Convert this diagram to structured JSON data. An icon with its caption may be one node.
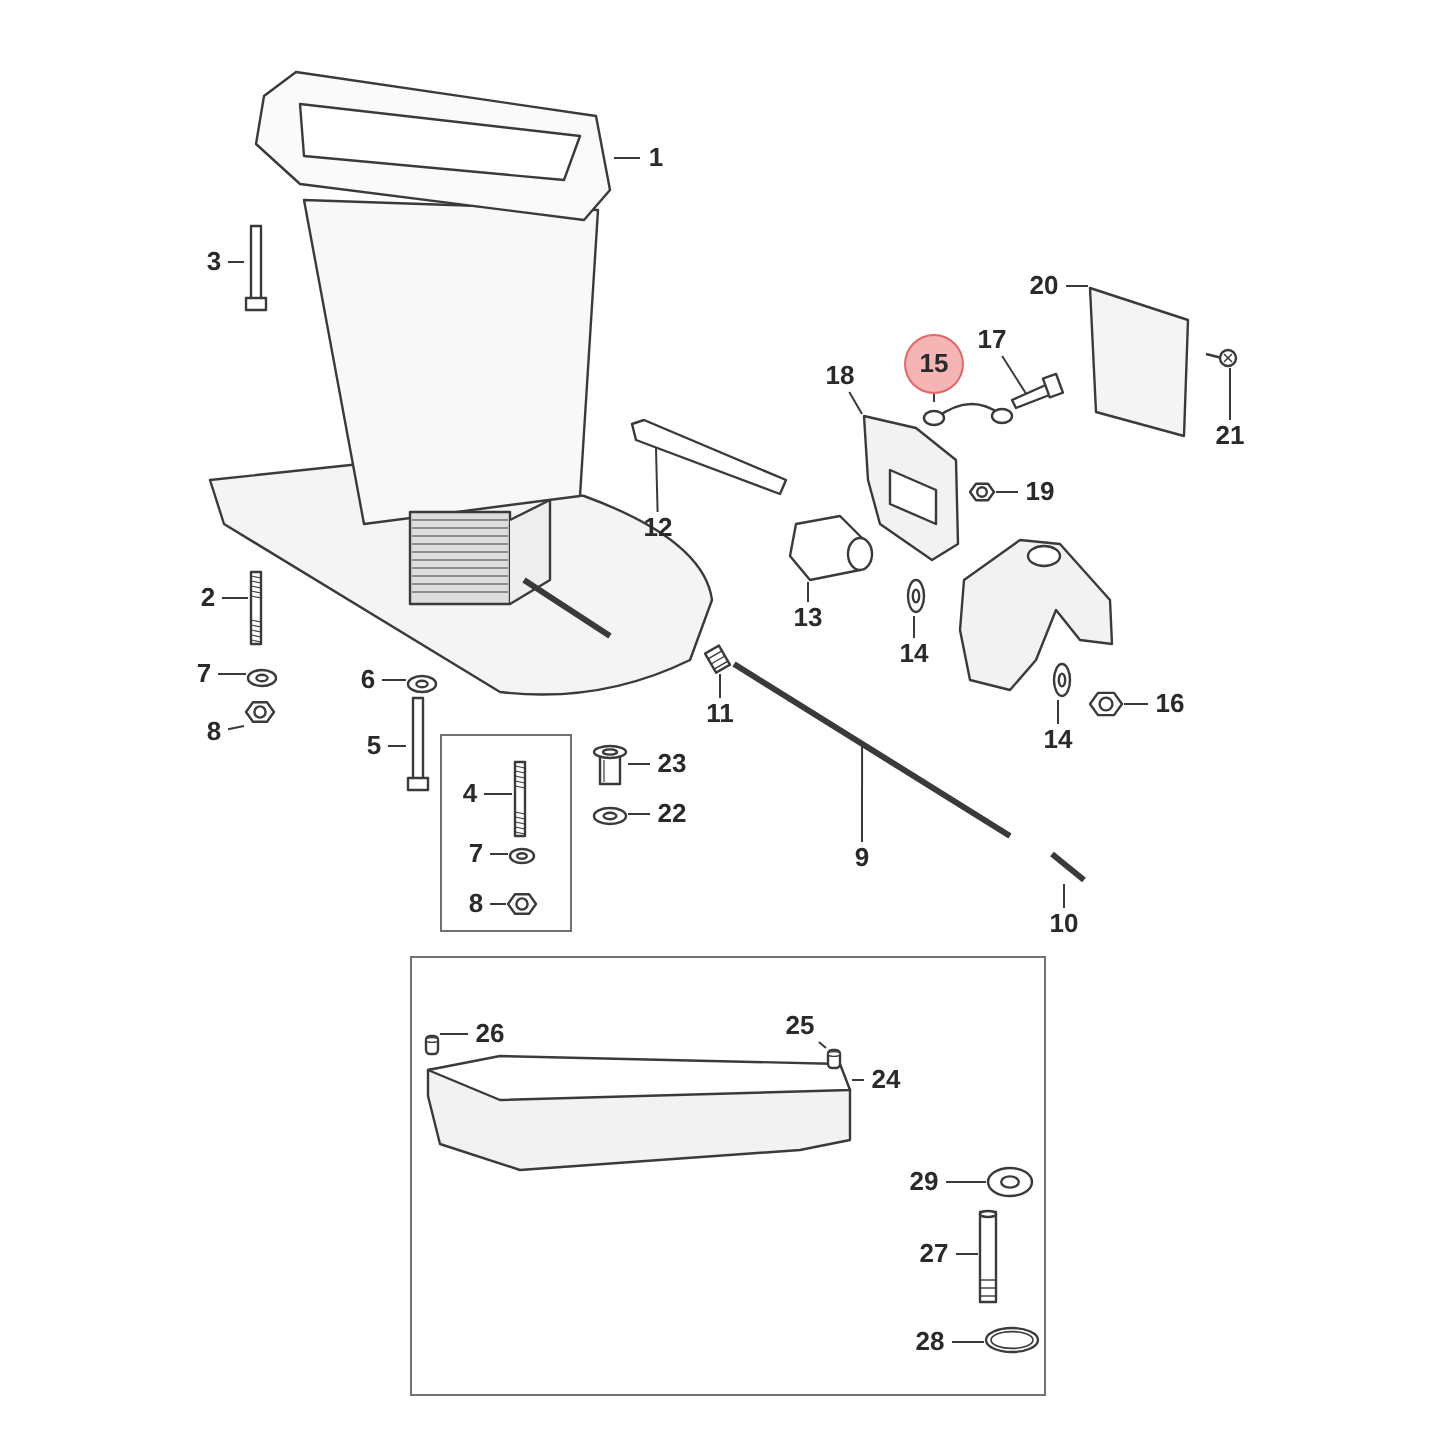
{
  "diagram": {
    "nodes": [
      {
        "text": [
          "1"
        ]
      },
      {
        "text": [
          "20"
        ]
      },
      {
        "text": [
          "3"
        ]
      },
      {
        "text": [
          "17"
        ]
      },
      {
        "text": [
          "15"
        ]
      },
      {
        "text": [
          "18"
        ]
      },
      {
        "text": [
          "21"
        ]
      },
      {
        "text": [
          "19"
        ]
      },
      {
        "text": [
          "12"
        ]
      },
      {
        "text": [
          "13"
        ]
      },
      {
        "text": [
          "2"
        ]
      },
      {
        "text": [
          "14"
        ]
      },
      {
        "text": [
          "7"
        ]
      },
      {
        "text": [
          "6"
        ]
      },
      {
        "text": [
          "11"
        ]
      },
      {
        "text": [
          "8"
        ]
      },
      {
        "text": [
          "16"
        ]
      },
      {
        "text": [
          "14"
        ]
      },
      {
        "text": [
          "5"
        ]
      },
      {
        "text": [],
        "shape": "box"
      },
      {
        "text": [
          "4"
        ],
        "in": 19
      },
      {
        "text": [
          "23"
        ]
      },
      {
        "text": [
          "9"
        ]
      },
      {
        "text": [
          "22"
        ]
      },
      {
        "text": [
          "7"
        ],
        "in": 19
      },
      {
        "text": [
          "8"
        ],
        "in": 19
      },
      {
        "text": [
          "10"
        ]
      },
      {
        "text": [],
        "shape": "box"
      },
      {
        "text": [
          "26"
        ],
        "in": 27
      },
      {
        "text": [
          "25"
        ],
        "in": 27
      },
      {
        "text": [
          "24"
        ],
        "in": 27
      },
      {
        "text": [
          "29"
        ],
        "in": 27
      },
      {
        "text": [
          "27"
        ],
        "in": 27
      },
      {
        "text": [
          "28"
        ],
        "in": 27
      },
      {
        "text": [],
        "shape": "picture"
      },
      {
        "text": [],
        "shape": "picture"
      },
      {
        "text": [],
        "shape": "picture"
      },
      {
        "text": [],
        "shape": "picture"
      },
      {
        "text": [],
        "shape": "picture"
      },
      {
        "text": [],
        "shape": "picture"
      },
      {
        "text": [],
        "shape": "picture"
      },
      {
        "text": [],
        "shape": "picture",
        "in": 19
      },
      {
        "text": [],
        "shape": "picture",
        "in": 19
      },
      {
        "text": [],
        "shape": "picture",
        "in": 19
      },
      {
        "text": [],
        "shape": "picture"
      },
      {
        "text": [],
        "shape": "picture"
      },
      {
        "text": [],
        "shape": "picture"
      },
      {
        "text": [],
        "shape": "picture"
      },
      {
        "text": [],
        "shape": "picture"
      },
      {
        "text": [],
        "shape": "picture"
      },
      {
        "text": [],
        "shape": "picture"
      },
      {
        "text": [],
        "shape": "picture"
      },
      {
        "text": [],
        "shape": "picture"
      },
      {
        "text": [],
        "shape": "picture"
      },
      {
        "text": [],
        "shape": "picture"
      },
      {
        "text": [],
        "shape": "picture"
      },
      {
        "text": [],
        "shape": "picture"
      },
      {
        "text": [],
        "shape": "picture"
      },
      {
        "text": [],
        "shape": "picture"
      },
      {
        "text": [],
        "shape": "picture"
      },
      {
        "text": [],
        "shape": "picture"
      },
      {
        "text": [],
        "shape": "picture",
        "in": 27
      },
      {
        "text": [],
        "shape": "picture",
        "in": 27
      },
      {
        "text": [],
        "shape": "picture",
        "in": 27
      },
      {
        "text": [],
        "shape": "picture",
        "in": 27
      },
      {
        "text": [],
        "shape": "picture",
        "in": 27
      },
      {
        "text": [],
        "shape": "picture",
        "in": 27
      }
    ],
    "edges": [
      {
        "from": 0,
        "to": 34,
        "arrow": "none"
      },
      {
        "from": 1,
        "to": 59,
        "arrow": "none"
      },
      {
        "from": 2,
        "to": 35,
        "arrow": "none"
      },
      {
        "from": 3,
        "to": 57,
        "arrow": "none"
      },
      {
        "from": 4,
        "to": 56,
        "arrow": "none"
      },
      {
        "from": 5,
        "to": 55,
        "arrow": "none"
      },
      {
        "from": 6,
        "to": 60,
        "arrow": "none"
      },
      {
        "from": 7,
        "to": 58,
        "arrow": "none"
      },
      {
        "from": 8,
        "to": 46,
        "arrow": "none"
      },
      {
        "from": 9,
        "to": 47,
        "arrow": "none"
      },
      {
        "from": 10,
        "to": 36,
        "arrow": "none"
      },
      {
        "from": 11,
        "to": 51,
        "arrow": "none"
      },
      {
        "from": 12,
        "to": 37,
        "arrow": "none"
      },
      {
        "from": 13,
        "to": 39,
        "arrow": "none"
      },
      {
        "from": 14,
        "to": 48,
        "arrow": "none"
      },
      {
        "from": 15,
        "to": 38,
        "arrow": "none"
      },
      {
        "from": 16,
        "to": 54,
        "arrow": "none"
      },
      {
        "from": 17,
        "to": 52,
        "arrow": "none"
      },
      {
        "from": 18,
        "to": 40,
        "arrow": "none"
      },
      {
        "from": 20,
        "to": 41,
        "arrow": "none"
      },
      {
        "from": 21,
        "to": 44,
        "arrow": "none"
      },
      {
        "from": 22,
        "to": 49,
        "arrow": "none"
      },
      {
        "from": 23,
        "to": 45,
        "arrow": "none"
      },
      {
        "from": 24,
        "to": 42,
        "arrow": "none"
      },
      {
        "from": 25,
        "to": 43,
        "arrow": "none"
      },
      {
        "from": 26,
        "to": 50,
        "arrow": "none"
      },
      {
        "from": 28,
        "to": 62,
        "arrow": "none"
      },
      {
        "from": 29,
        "to": 63,
        "arrow": "none"
      },
      {
        "from": 30,
        "to": 61,
        "arrow": "none"
      },
      {
        "from": 31,
        "to": 64,
        "arrow": "none"
      },
      {
        "from": 32,
        "to": 65,
        "arrow": "none"
      },
      {
        "from": 33,
        "to": 66,
        "arrow": "none"
      }
    ]
  }
}
